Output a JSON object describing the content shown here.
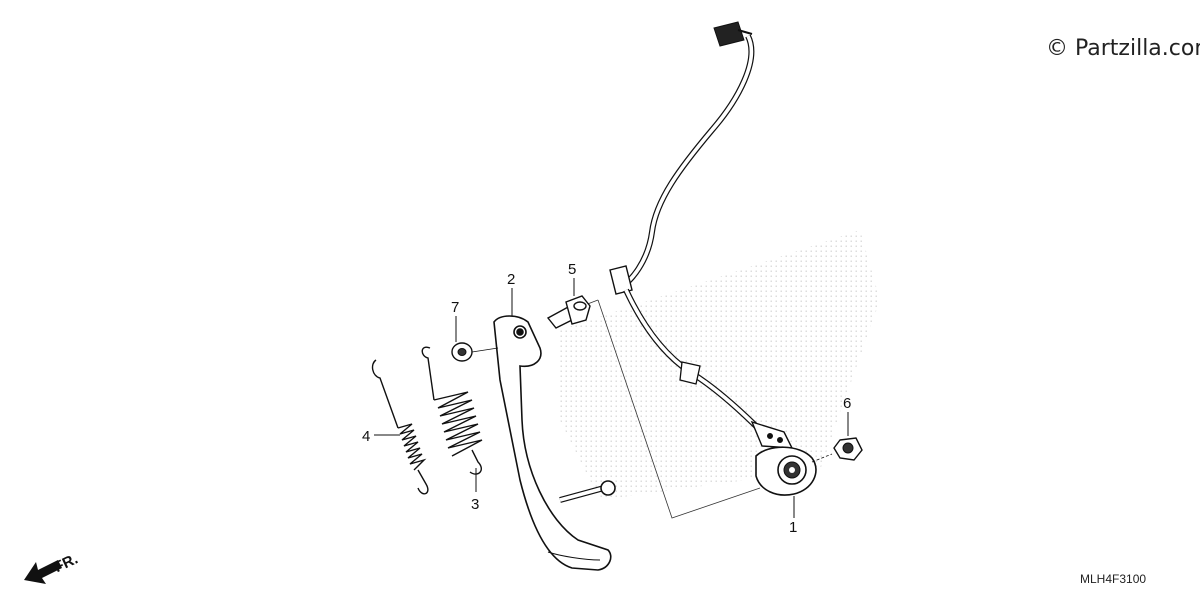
{
  "watermark": {
    "text": "© Partzilla.com"
  },
  "diagram_code": "MLH4F3100",
  "direction_marker": {
    "label": "FR.",
    "icon": "front-direction-arrow-icon"
  },
  "callouts": {
    "c1": "1",
    "c2": "2",
    "c3": "3",
    "c4": "4",
    "c5": "5",
    "c6": "6",
    "c7": "7"
  }
}
